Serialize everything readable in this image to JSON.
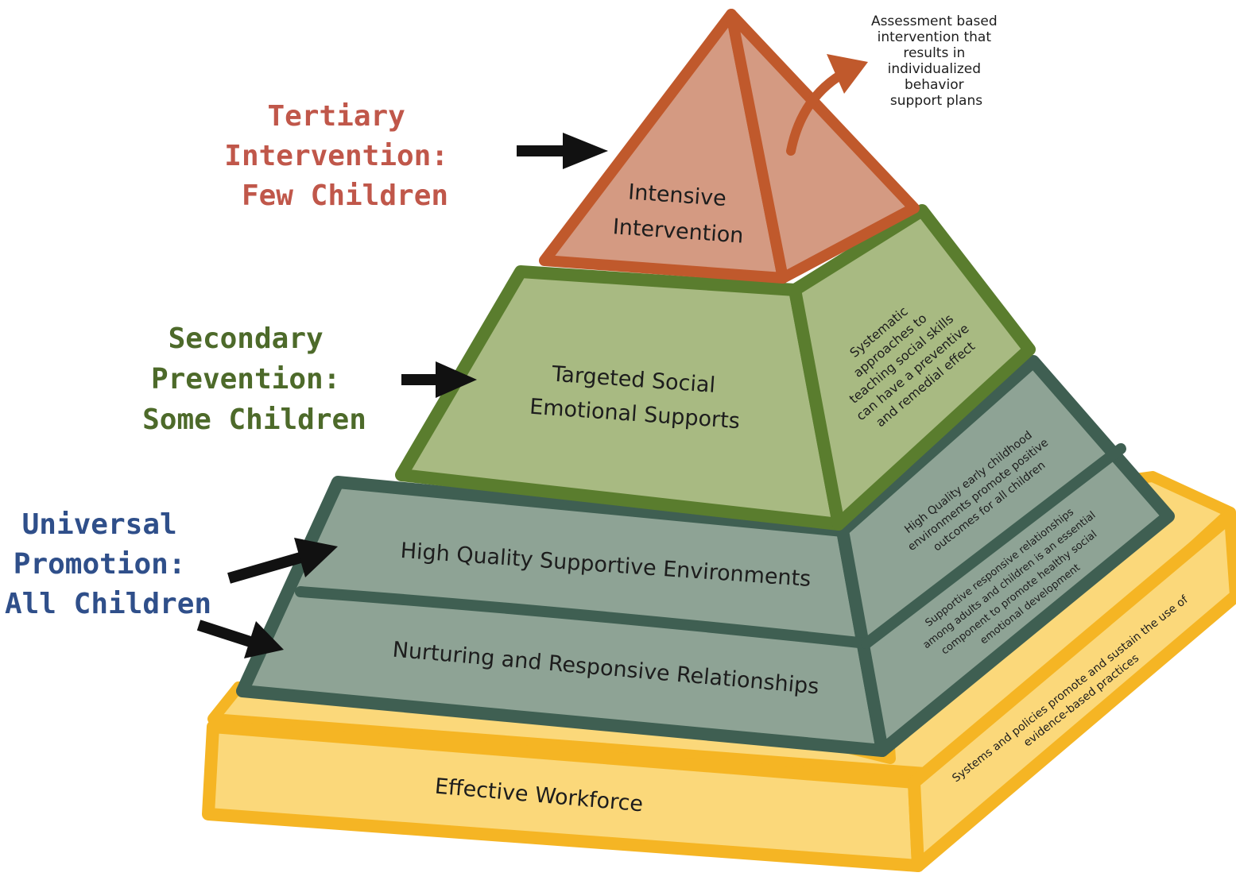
{
  "colors": {
    "tertiary_label": "#c0574a",
    "secondary_label": "#4d6a2a",
    "universal_label": "#2f4f8a",
    "tier_top_fill": "#d49a82",
    "tier_top_stroke": "#c0592c",
    "tier_mid_fill": "#a8ba82",
    "tier_mid_stroke": "#5a7d2e",
    "tier_low_fill": "#8ea395",
    "tier_low_stroke": "#3f5f52",
    "base_fill": "#fbd87a",
    "base_stroke": "#f5b524",
    "arrow": "#111111"
  },
  "side_labels": {
    "tertiary": [
      "Tertiary",
      "Intervention:",
      "Few Children"
    ],
    "secondary": [
      "Secondary",
      "Prevention:",
      "Some Children"
    ],
    "universal": [
      "Universal",
      "Promotion:",
      "All Children"
    ]
  },
  "tiers": {
    "intensive": [
      "Intensive",
      "Intervention"
    ],
    "targeted": [
      "Targeted Social",
      "Emotional Supports"
    ],
    "environments": "High Quality Supportive Environments",
    "relationships": "Nurturing and Responsive Relationships",
    "workforce": "Effective Workforce"
  },
  "side_notes": {
    "assessment": [
      "Assessment based",
      "intervention that",
      "results in",
      "individualized",
      "behavior",
      "support plans"
    ],
    "systematic": [
      "Systematic",
      "approaches to",
      "teaching social skills",
      "can have a preventive",
      "and remedial effect"
    ],
    "high_quality": [
      "High Quality early childhood",
      "environments promote positive",
      "outcomes for all children"
    ],
    "supportive": [
      "Supportive responsive relationships",
      "among adults and children is an essential",
      "component to promote healthy social",
      "emotional development"
    ],
    "systems": [
      "Systems and policies promote and sustain the use of",
      "evidence-based practices"
    ]
  }
}
